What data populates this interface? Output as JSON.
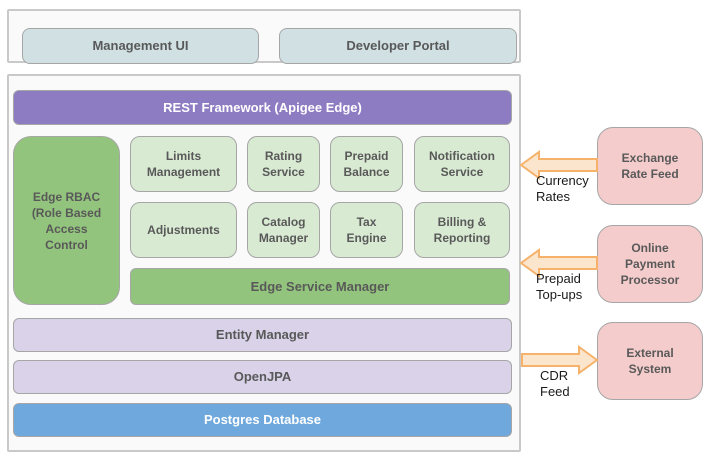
{
  "top_panel": {
    "management_ui": "Management UI",
    "developer_portal": "Developer Portal"
  },
  "main_panel": {
    "rest_framework": "REST Framework (Apigee Edge)",
    "rbac": "Edge RBAC\n(Role Based\nAccess\nControl",
    "services_row1": [
      "Limits\nManagement",
      "Rating\nService",
      "Prepaid\nBalance",
      "Notification\nService"
    ],
    "services_row2": [
      "Adjustments",
      "Catalog\nManager",
      "Tax\nEngine",
      "Billing &\nReporting"
    ],
    "edge_service_manager": "Edge Service Manager",
    "entity_manager": "Entity Manager",
    "openjpa": "OpenJPA",
    "postgres": "Postgres Database"
  },
  "external_systems": [
    {
      "label": "Exchange\nRate Feed"
    },
    {
      "label": "Online\nPayment\nProcessor"
    },
    {
      "label": "External\nSystem"
    }
  ],
  "flows": [
    {
      "label": "Currency\nRates",
      "direction": "into-platform"
    },
    {
      "label": "Prepaid\nTop-ups",
      "direction": "into-platform"
    },
    {
      "label": "CDR\nFeed",
      "direction": "out-of-platform"
    }
  ],
  "colors": {
    "rest_framework_bar": "#8e7cc3",
    "rbac_box": "#93c47d",
    "service_box": "#d9ead3",
    "edge_service_manager_bar": "#93c47d",
    "entity_openjpa_bar": "#d9d2e9",
    "postgres_bar": "#6fa8dc",
    "client_box": "#d0e0e3",
    "external_box": "#f4cccc",
    "arrow_fill": "#fce5cd",
    "arrow_stroke": "#f6b26b",
    "label_text": "#595959"
  }
}
